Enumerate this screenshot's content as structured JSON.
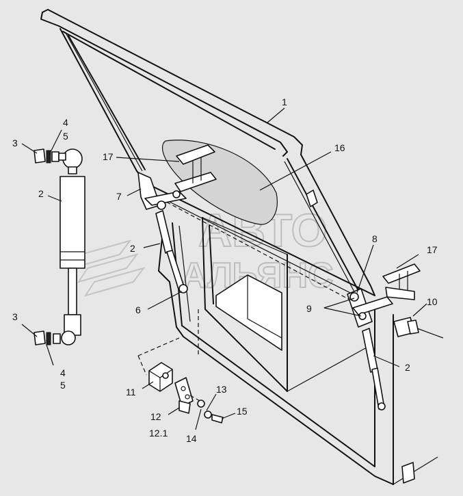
{
  "watermark": {
    "line1": "АВТО",
    "line2": "АЛЬЯНС"
  },
  "labels": [
    {
      "id": "lbl-1",
      "text": "1"
    },
    {
      "id": "lbl-16",
      "text": "16"
    },
    {
      "id": "lbl-17-left",
      "text": "17"
    },
    {
      "id": "lbl-17-right",
      "text": "17"
    },
    {
      "id": "lbl-7",
      "text": "7"
    },
    {
      "id": "lbl-2-strut-left",
      "text": "2"
    },
    {
      "id": "lbl-2-detail",
      "text": "2"
    },
    {
      "id": "lbl-2-right",
      "text": "2"
    },
    {
      "id": "lbl-6",
      "text": "6"
    },
    {
      "id": "lbl-8",
      "text": "8"
    },
    {
      "id": "lbl-9",
      "text": "9"
    },
    {
      "id": "lbl-10",
      "text": "10"
    },
    {
      "id": "lbl-3-top",
      "text": "3"
    },
    {
      "id": "lbl-4-top",
      "text": "4"
    },
    {
      "id": "lbl-5-top",
      "text": "5"
    },
    {
      "id": "lbl-3-bottom",
      "text": "3"
    },
    {
      "id": "lbl-4-bottom",
      "text": "4"
    },
    {
      "id": "lbl-5-bottom",
      "text": "5"
    },
    {
      "id": "lbl-11",
      "text": "11"
    },
    {
      "id": "lbl-12",
      "text": "12"
    },
    {
      "id": "lbl-12-1",
      "text": "12.1"
    },
    {
      "id": "lbl-13",
      "text": "13"
    },
    {
      "id": "lbl-14",
      "text": "14"
    },
    {
      "id": "lbl-15",
      "text": "15"
    }
  ]
}
